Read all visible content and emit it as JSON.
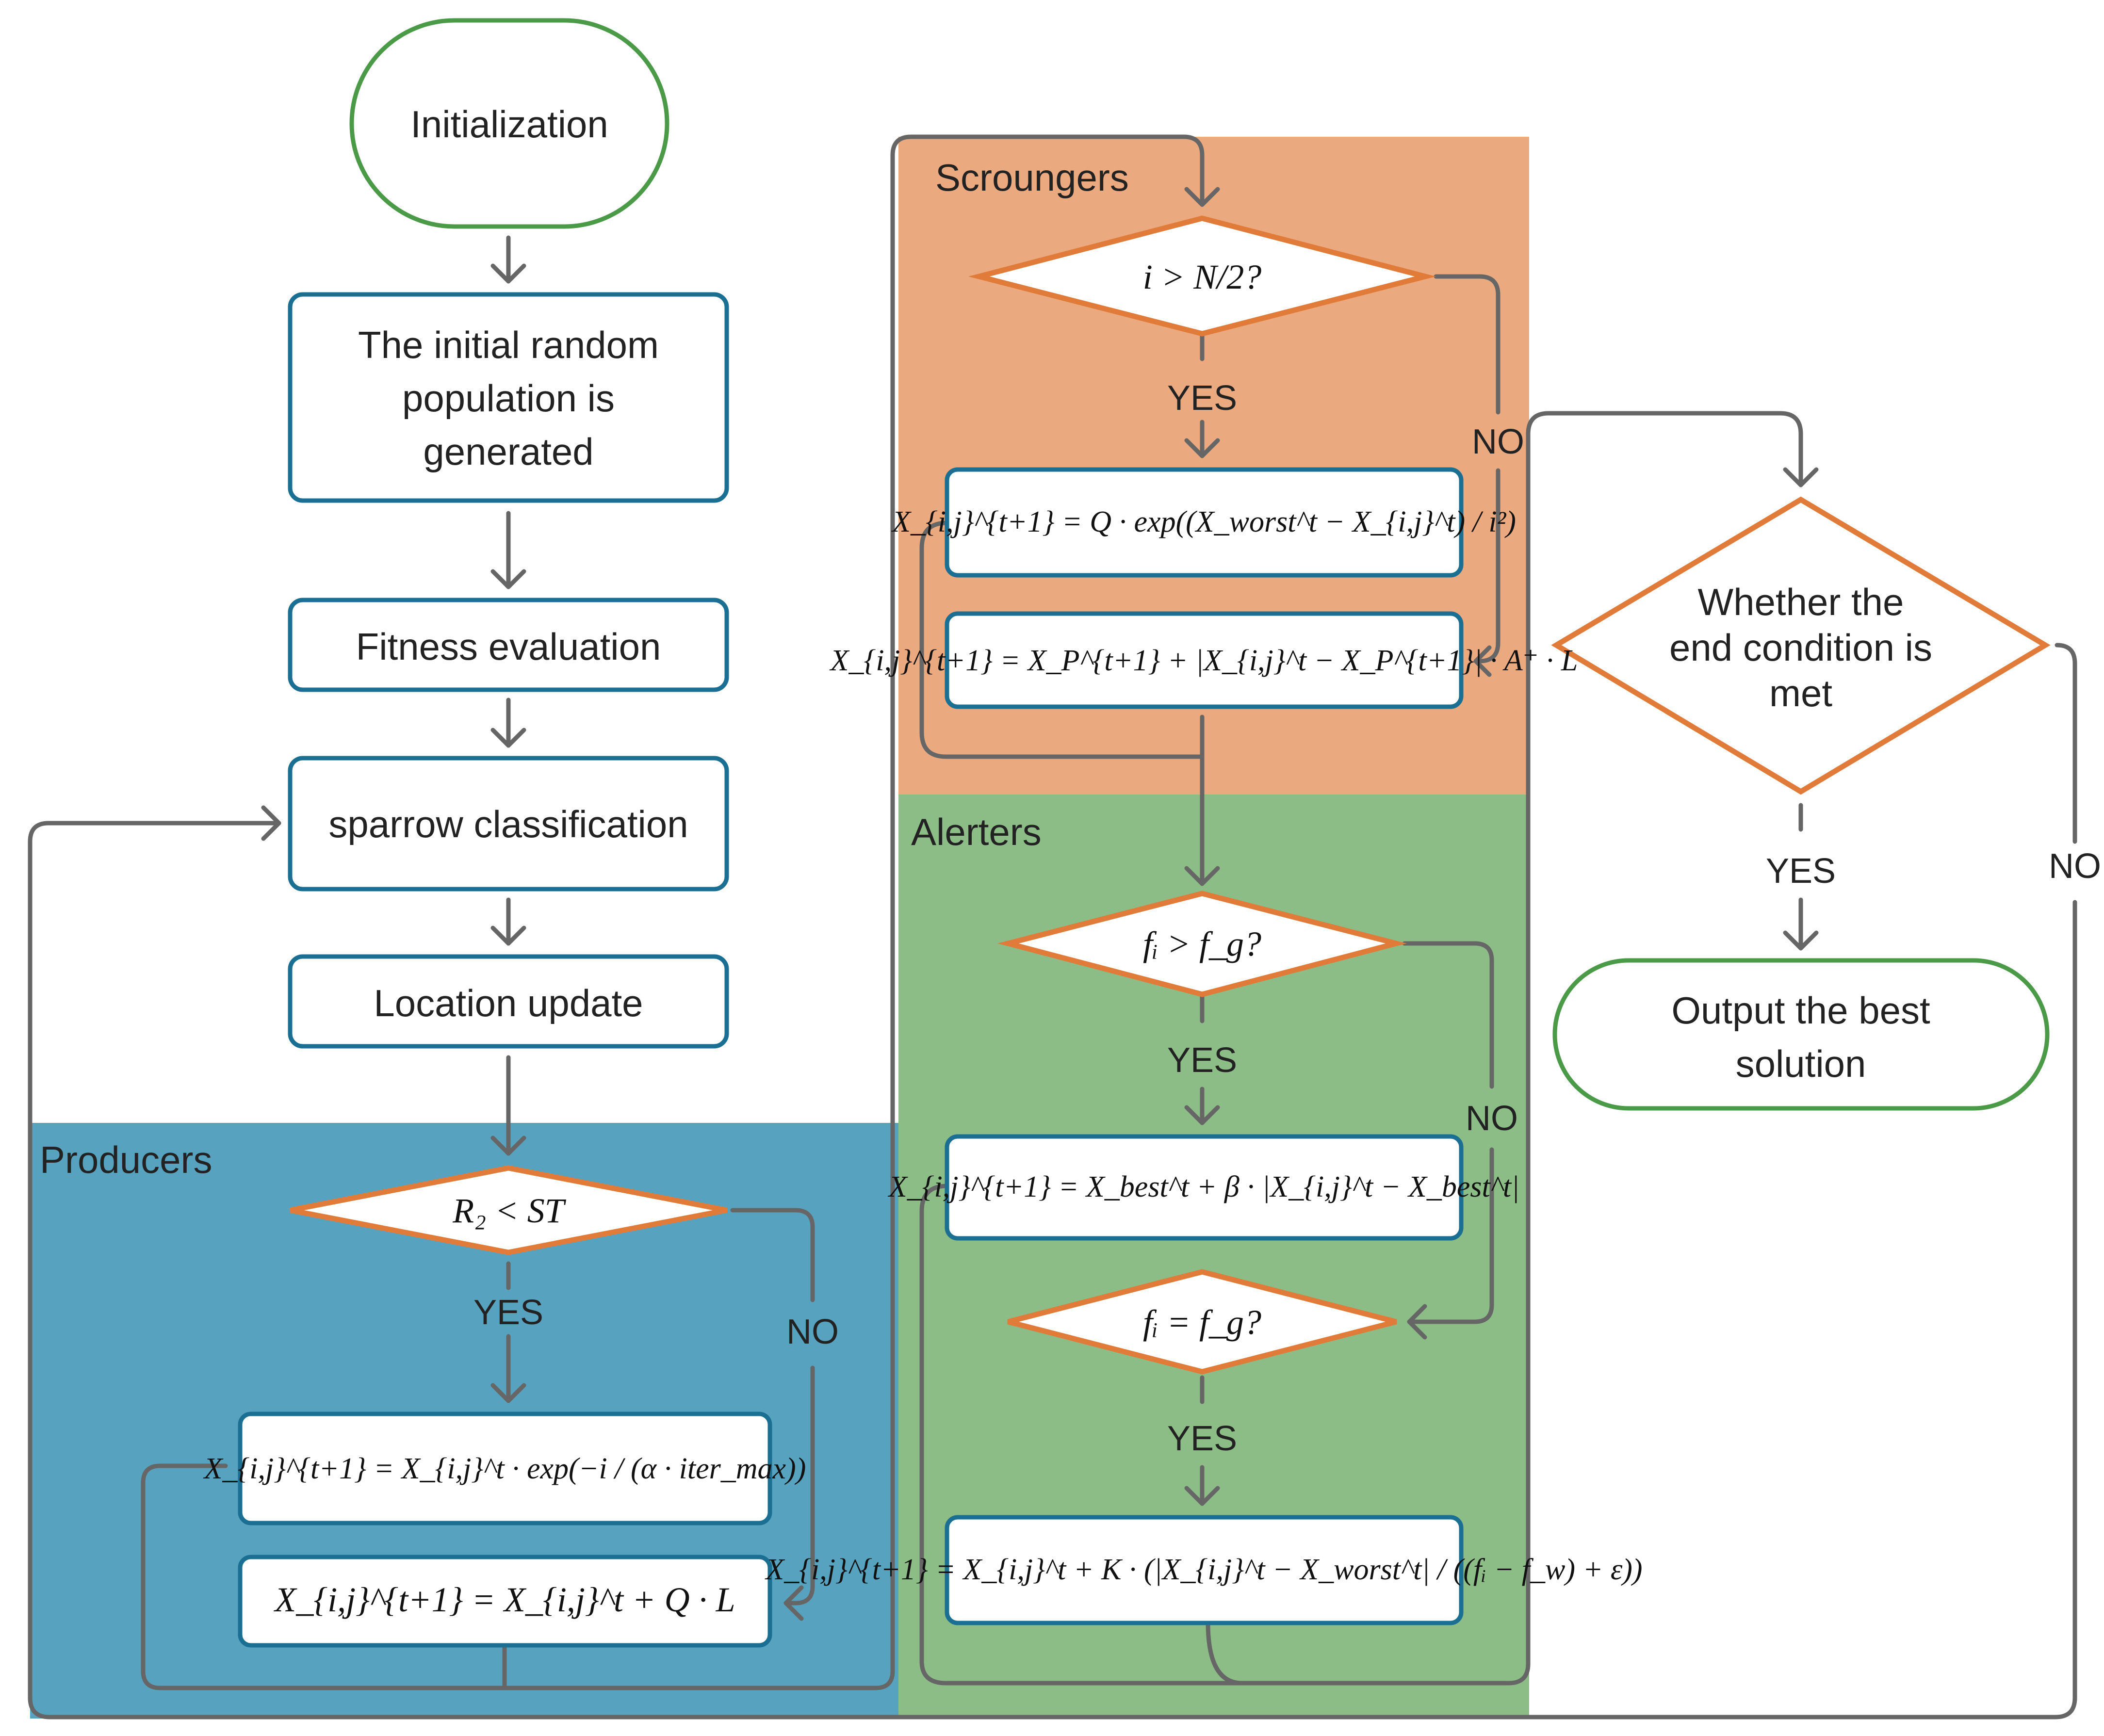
{
  "colors": {
    "producers_bg": "#57a3bf",
    "scroungers_bg": "#eaa97e",
    "alerters_bg": "#8cbd86",
    "terminal_border": "#4a9a48",
    "process_border": "#1a6f93",
    "decision_border": "#e07b3a",
    "connector": "#666666"
  },
  "regions": {
    "producers": "Producers",
    "scroungers": "Scroungers",
    "alerters": "Alerters"
  },
  "nodes": {
    "initialization": "Initialization",
    "initial_population": [
      "The initial random",
      "population is",
      "generated"
    ],
    "fitness_evaluation": "Fitness evaluation",
    "sparrow_classification": "sparrow classification",
    "location_update": "Location update",
    "end_condition": [
      "Whether  the",
      "end condition is",
      "met"
    ],
    "output": [
      "Output the best",
      "solution"
    ]
  },
  "decisions": {
    "producers": "R₂ < ST",
    "scroungers": "i > N/2?",
    "alerters_1": "fᵢ > f_g?",
    "alerters_2": "fᵢ = f_g?"
  },
  "formulas": {
    "producer_yes": "X_{i,j}^{t+1} = X_{i,j}^t · exp(−i / (α · iter_max))",
    "producer_no": "X_{i,j}^{t+1} = X_{i,j}^t + Q · L",
    "scrounger_yes": "X_{i,j}^{t+1} = Q · exp((X_worst^t − X_{i,j}^t) / i²)",
    "scrounger_no": "X_{i,j}^{t+1} = X_P^{t+1} + |X_{i,j}^t − X_P^{t+1}| · A⁺ · L",
    "alerter_1": "X_{i,j}^{t+1} = X_best^t + β · |X_{i,j}^t − X_best^t|",
    "alerter_2": "X_{i,j}^{t+1} = X_{i,j}^t + K · (|X_{i,j}^t − X_worst^t| / ((fᵢ − f_w) + ε))"
  },
  "branch_labels": {
    "yes": "YES",
    "no": "NO"
  }
}
